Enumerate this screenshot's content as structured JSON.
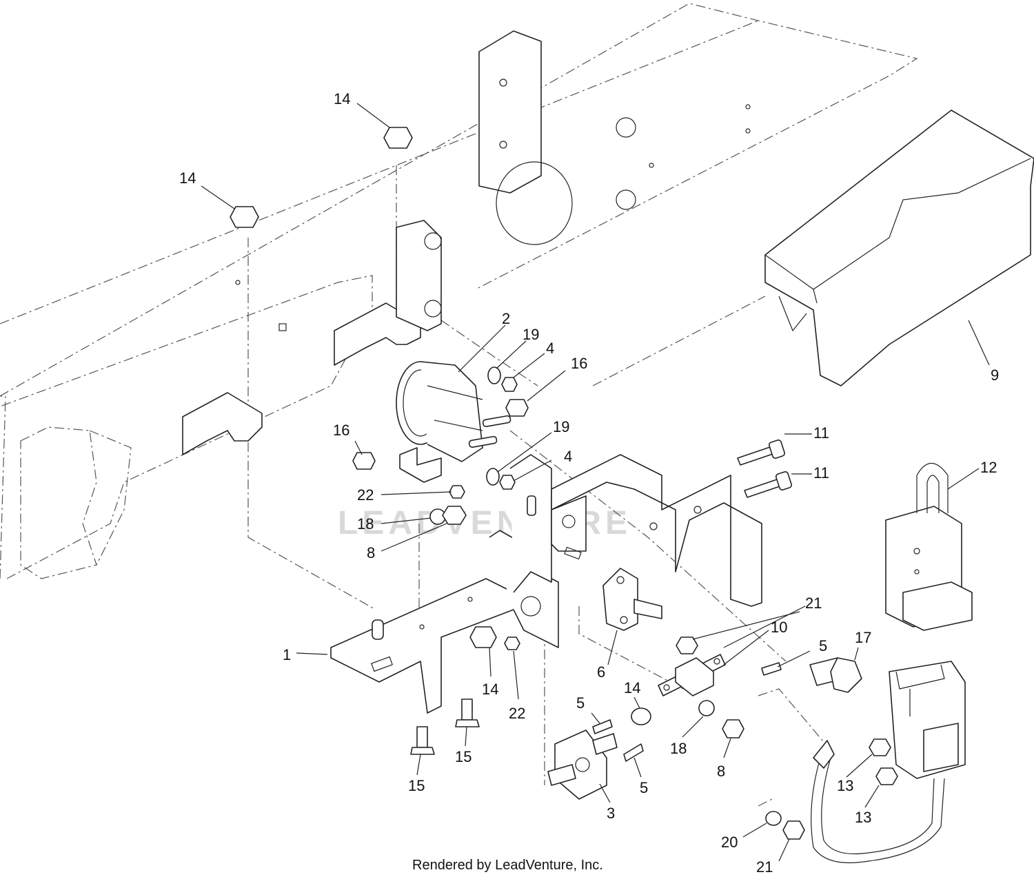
{
  "watermark": "LEADVENTURE",
  "footer": "Rendered by LeadVenture, Inc.",
  "callouts": [
    {
      "id": "c1",
      "label": "1"
    },
    {
      "id": "c2",
      "label": "2"
    },
    {
      "id": "c3",
      "label": "3"
    },
    {
      "id": "c4a",
      "label": "4"
    },
    {
      "id": "c4b",
      "label": "4"
    },
    {
      "id": "c5a",
      "label": "5"
    },
    {
      "id": "c5b",
      "label": "5"
    },
    {
      "id": "c5c",
      "label": "5"
    },
    {
      "id": "c6",
      "label": "6"
    },
    {
      "id": "c8a",
      "label": "8"
    },
    {
      "id": "c8b",
      "label": "8"
    },
    {
      "id": "c9",
      "label": "9"
    },
    {
      "id": "c10",
      "label": "10"
    },
    {
      "id": "c11a",
      "label": "11"
    },
    {
      "id": "c11b",
      "label": "11"
    },
    {
      "id": "c12",
      "label": "12"
    },
    {
      "id": "c13a",
      "label": "13"
    },
    {
      "id": "c13b",
      "label": "13"
    },
    {
      "id": "c14a",
      "label": "14"
    },
    {
      "id": "c14b",
      "label": "14"
    },
    {
      "id": "c14c",
      "label": "14"
    },
    {
      "id": "c14d",
      "label": "14"
    },
    {
      "id": "c15a",
      "label": "15"
    },
    {
      "id": "c15b",
      "label": "15"
    },
    {
      "id": "c16a",
      "label": "16"
    },
    {
      "id": "c16b",
      "label": "16"
    },
    {
      "id": "c17",
      "label": "17"
    },
    {
      "id": "c18a",
      "label": "18"
    },
    {
      "id": "c18b",
      "label": "18"
    },
    {
      "id": "c19a",
      "label": "19"
    },
    {
      "id": "c19b",
      "label": "19"
    },
    {
      "id": "c20",
      "label": "20"
    },
    {
      "id": "c21a",
      "label": "21"
    },
    {
      "id": "c21b",
      "label": "21"
    },
    {
      "id": "c22a",
      "label": "22"
    },
    {
      "id": "c22b",
      "label": "22"
    }
  ]
}
